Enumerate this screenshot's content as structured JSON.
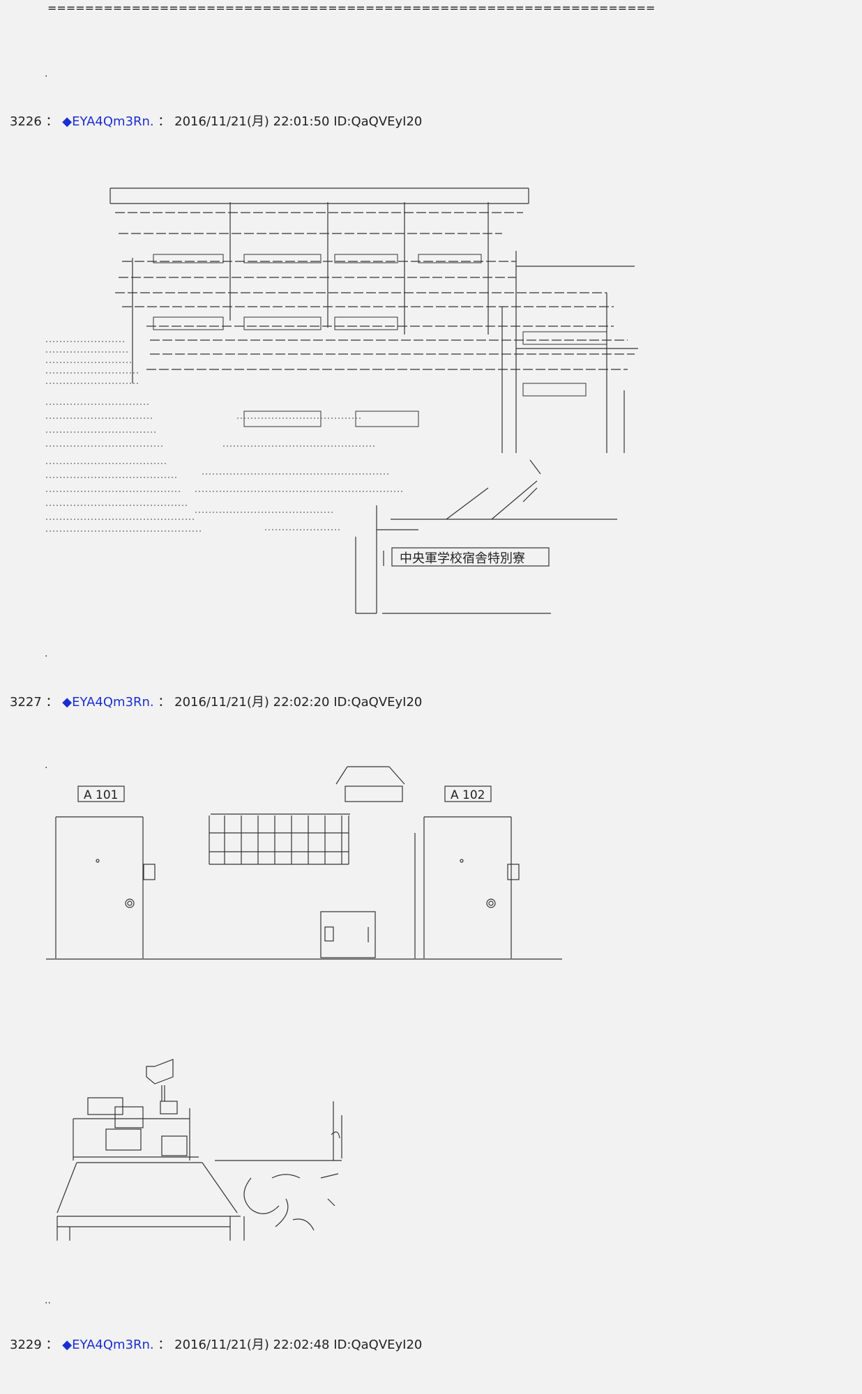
{
  "separator": "=================================================================",
  "posts": [
    {
      "number": "3226",
      "colon": "：",
      "name": "◆EYA4Qm3Rn.",
      "sep": "：",
      "datetime": "2016/11/21(月) 22:01:50",
      "id": "ID:QaQVEyI20"
    },
    {
      "number": "3227",
      "colon": "：",
      "name": "◆EYA4Qm3Rn.",
      "sep": "：",
      "datetime": "2016/11/21(月) 22:02:20",
      "id": "ID:QaQVEyI20"
    },
    {
      "number": "3229",
      "colon": "：",
      "name": "◆EYA4Qm3Rn.",
      "sep": "：",
      "datetime": "2016/11/21(月) 22:02:48",
      "id": "ID:QaQVEyI20"
    }
  ],
  "art": {
    "building_sign": "中央軍学校宿舎特別寮",
    "door_left_label": "A 101",
    "door_right_label": "A 102"
  },
  "dots": [
    ".",
    ".",
    ".",
    ".."
  ]
}
